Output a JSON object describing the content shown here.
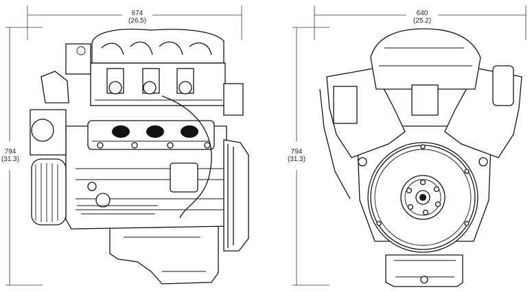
{
  "side_view": {
    "width_dim": {
      "mm": "674",
      "in": "(26.5)"
    },
    "height_dim": {
      "mm": "794",
      "in": "(31.3)"
    }
  },
  "front_view": {
    "width_dim": {
      "mm": "640",
      "in": "(25.2)"
    },
    "height_dim": {
      "mm": "794",
      "in": "(31.3)"
    }
  }
}
